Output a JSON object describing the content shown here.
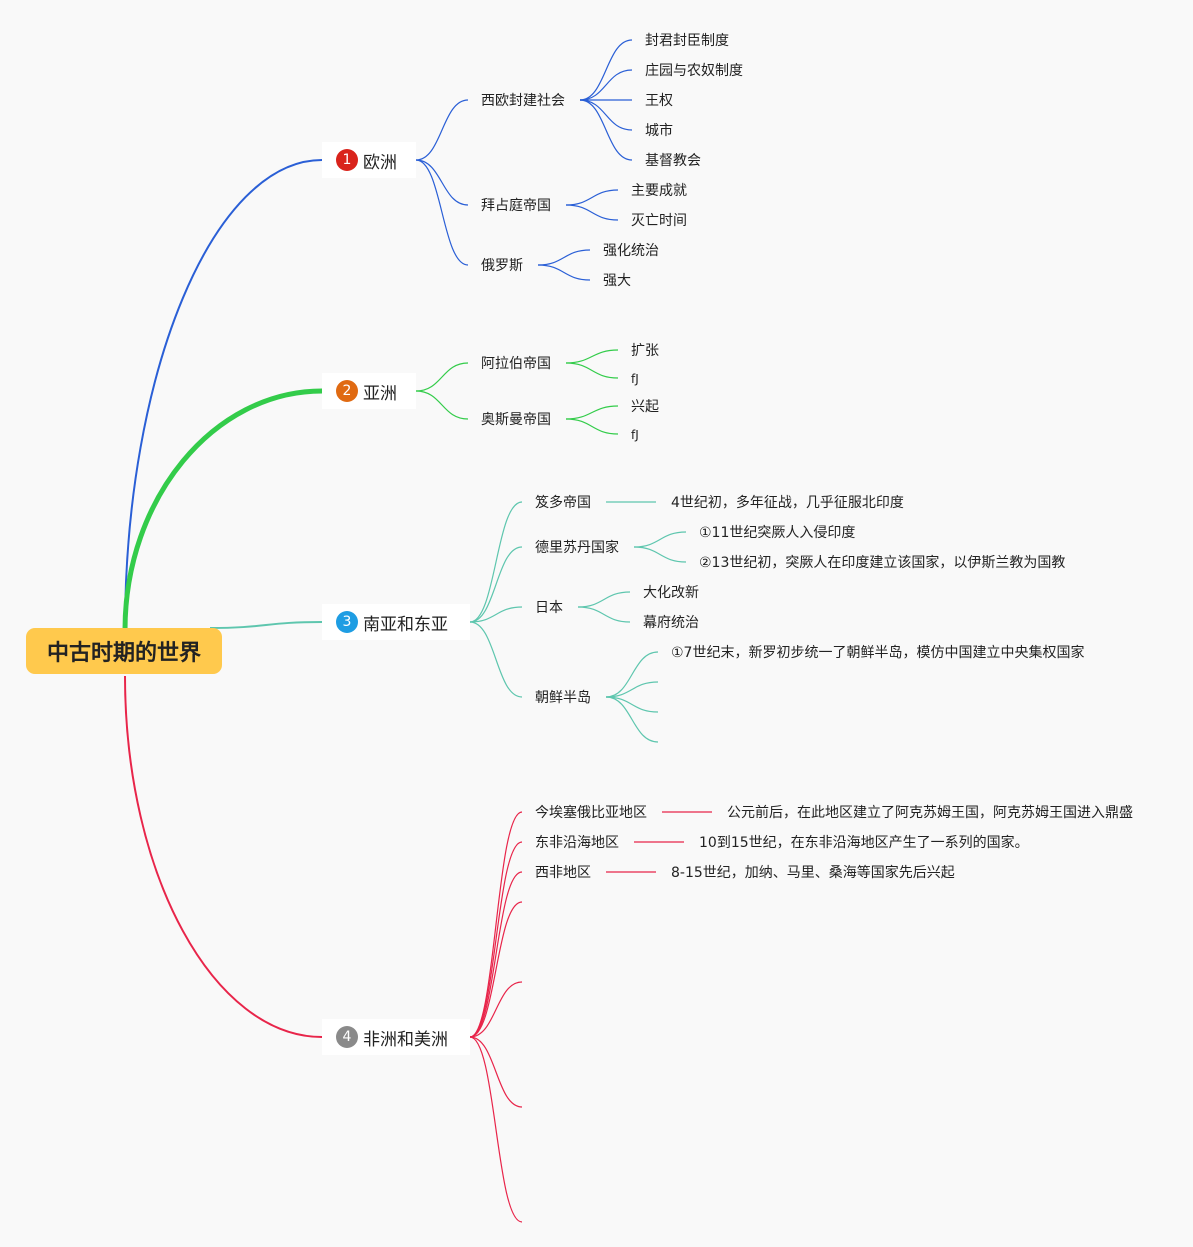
{
  "root": {
    "title": "中古时期的世界"
  },
  "colors": {
    "europe": "#2a5fd6",
    "asia": "#33cc4a",
    "south_asia": "#5ec6ae",
    "africa": "#e8254a",
    "root_bg": "#ffc94d"
  },
  "branches": {
    "europe": {
      "num": "1",
      "label": "欧洲",
      "badge_color": "#d9231b",
      "children": [
        {
          "label": "西欧封建社会",
          "children": [
            "封君封臣制度",
            "庄园与农奴制度",
            "王权",
            "城市",
            "基督教会"
          ]
        },
        {
          "label": "拜占庭帝国",
          "children": [
            "主要成就",
            "灭亡时间"
          ]
        },
        {
          "label": "俄罗斯",
          "children": [
            "强化统治",
            "强大"
          ]
        }
      ]
    },
    "asia": {
      "num": "2",
      "label": "亚洲",
      "badge_color": "#e06a12",
      "children": [
        {
          "label": "阿拉伯帝国",
          "children": [
            "扩张",
            "fJ"
          ]
        },
        {
          "label": "奥斯曼帝国",
          "children": [
            "兴起",
            "fJ"
          ]
        }
      ]
    },
    "south": {
      "num": "3",
      "label": "南亚和东亚",
      "badge_color": "#1e9de3",
      "children": [
        {
          "label": "笈多帝国",
          "children": [
            "4世纪初，多年征战，几乎征服北印度"
          ]
        },
        {
          "label": "德里苏丹国家",
          "children": [
            "①11世纪突厥人入侵印度",
            "②13世纪初，突厥人在印度建立该国家，以伊斯兰教为国教"
          ]
        },
        {
          "label": "日本",
          "children": [
            "大化改新",
            "幕府统治"
          ]
        },
        {
          "label": "朝鲜半岛",
          "children": [
            "①7世纪末，新罗初步统一了朝鲜半岛，模仿中国建立中央集权国家"
          ]
        }
      ]
    },
    "africa": {
      "num": "4",
      "label": "非洲和美洲",
      "badge_color": "#8a8a8a",
      "children": [
        {
          "label": "今埃塞俄比亚地区",
          "children": [
            "公元前后，在此地区建立了阿克苏姆王国，阿克苏姆王国进入鼎盛"
          ]
        },
        {
          "label": "东非沿海地区",
          "children": [
            "10到15世纪，在东非沿海地区产生了一系列的国家。"
          ]
        },
        {
          "label": "西非地区",
          "children": [
            "8-15世纪，加纳、马里、桑海等国家先后兴起"
          ]
        }
      ]
    }
  }
}
